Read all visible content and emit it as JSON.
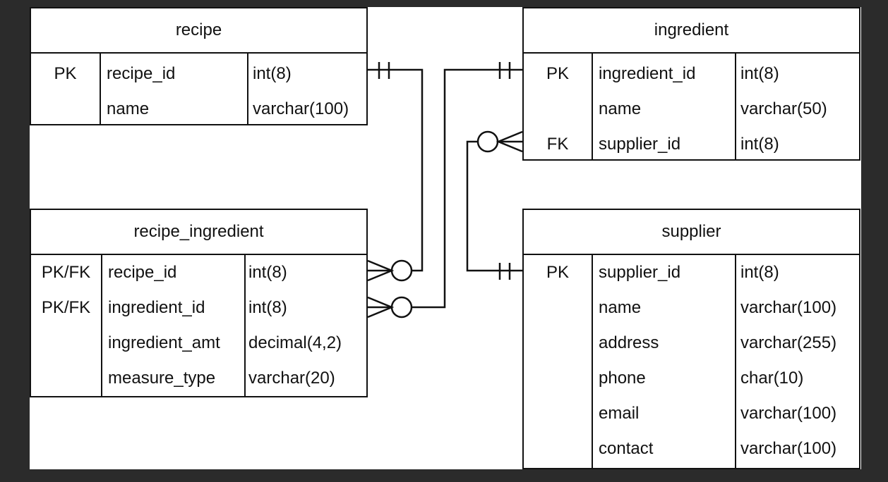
{
  "colors": {
    "background": "#2b2b2b",
    "diagram": "#ffffff",
    "line": "#111111"
  },
  "entities": {
    "recipe": {
      "name": "recipe",
      "rows": [
        {
          "key": "PK",
          "field": "recipe_id",
          "type": "int(8)"
        },
        {
          "key": "",
          "field": "name",
          "type": "varchar(100)"
        }
      ]
    },
    "ingredient": {
      "name": "ingredient",
      "rows": [
        {
          "key": "PK",
          "field": "ingredient_id",
          "type": "int(8)"
        },
        {
          "key": "",
          "field": "name",
          "type": "varchar(50)"
        },
        {
          "key": "FK",
          "field": "supplier_id",
          "type": "int(8)"
        }
      ]
    },
    "recipe_ingredient": {
      "name": "recipe_ingredient",
      "rows": [
        {
          "key": "PK/FK",
          "field": "recipe_id",
          "type": "int(8)"
        },
        {
          "key": "PK/FK",
          "field": "ingredient_id",
          "type": "int(8)"
        },
        {
          "key": "",
          "field": "ingredient_amt",
          "type": "decimal(4,2)"
        },
        {
          "key": "",
          "field": "measure_type",
          "type": "varchar(20)"
        }
      ]
    },
    "supplier": {
      "name": "supplier",
      "rows": [
        {
          "key": "PK",
          "field": "supplier_id",
          "type": "int(8)"
        },
        {
          "key": "",
          "field": "name",
          "type": "varchar(100)"
        },
        {
          "key": "",
          "field": "address",
          "type": "varchar(255)"
        },
        {
          "key": "",
          "field": "phone",
          "type": "char(10)"
        },
        {
          "key": "",
          "field": "email",
          "type": "varchar(100)"
        },
        {
          "key": "",
          "field": "contact",
          "type": "varchar(100)"
        }
      ]
    }
  },
  "relationships": [
    {
      "from": "recipe.recipe_id",
      "from_cardinality": "one-and-only-one",
      "to": "recipe_ingredient.recipe_id",
      "to_cardinality": "zero-or-many"
    },
    {
      "from": "ingredient.ingredient_id",
      "from_cardinality": "one-and-only-one",
      "to": "recipe_ingredient.ingredient_id",
      "to_cardinality": "zero-or-many"
    },
    {
      "from": "supplier.supplier_id",
      "from_cardinality": "one-and-only-one",
      "to": "ingredient.supplier_id",
      "to_cardinality": "zero-or-many"
    }
  ]
}
